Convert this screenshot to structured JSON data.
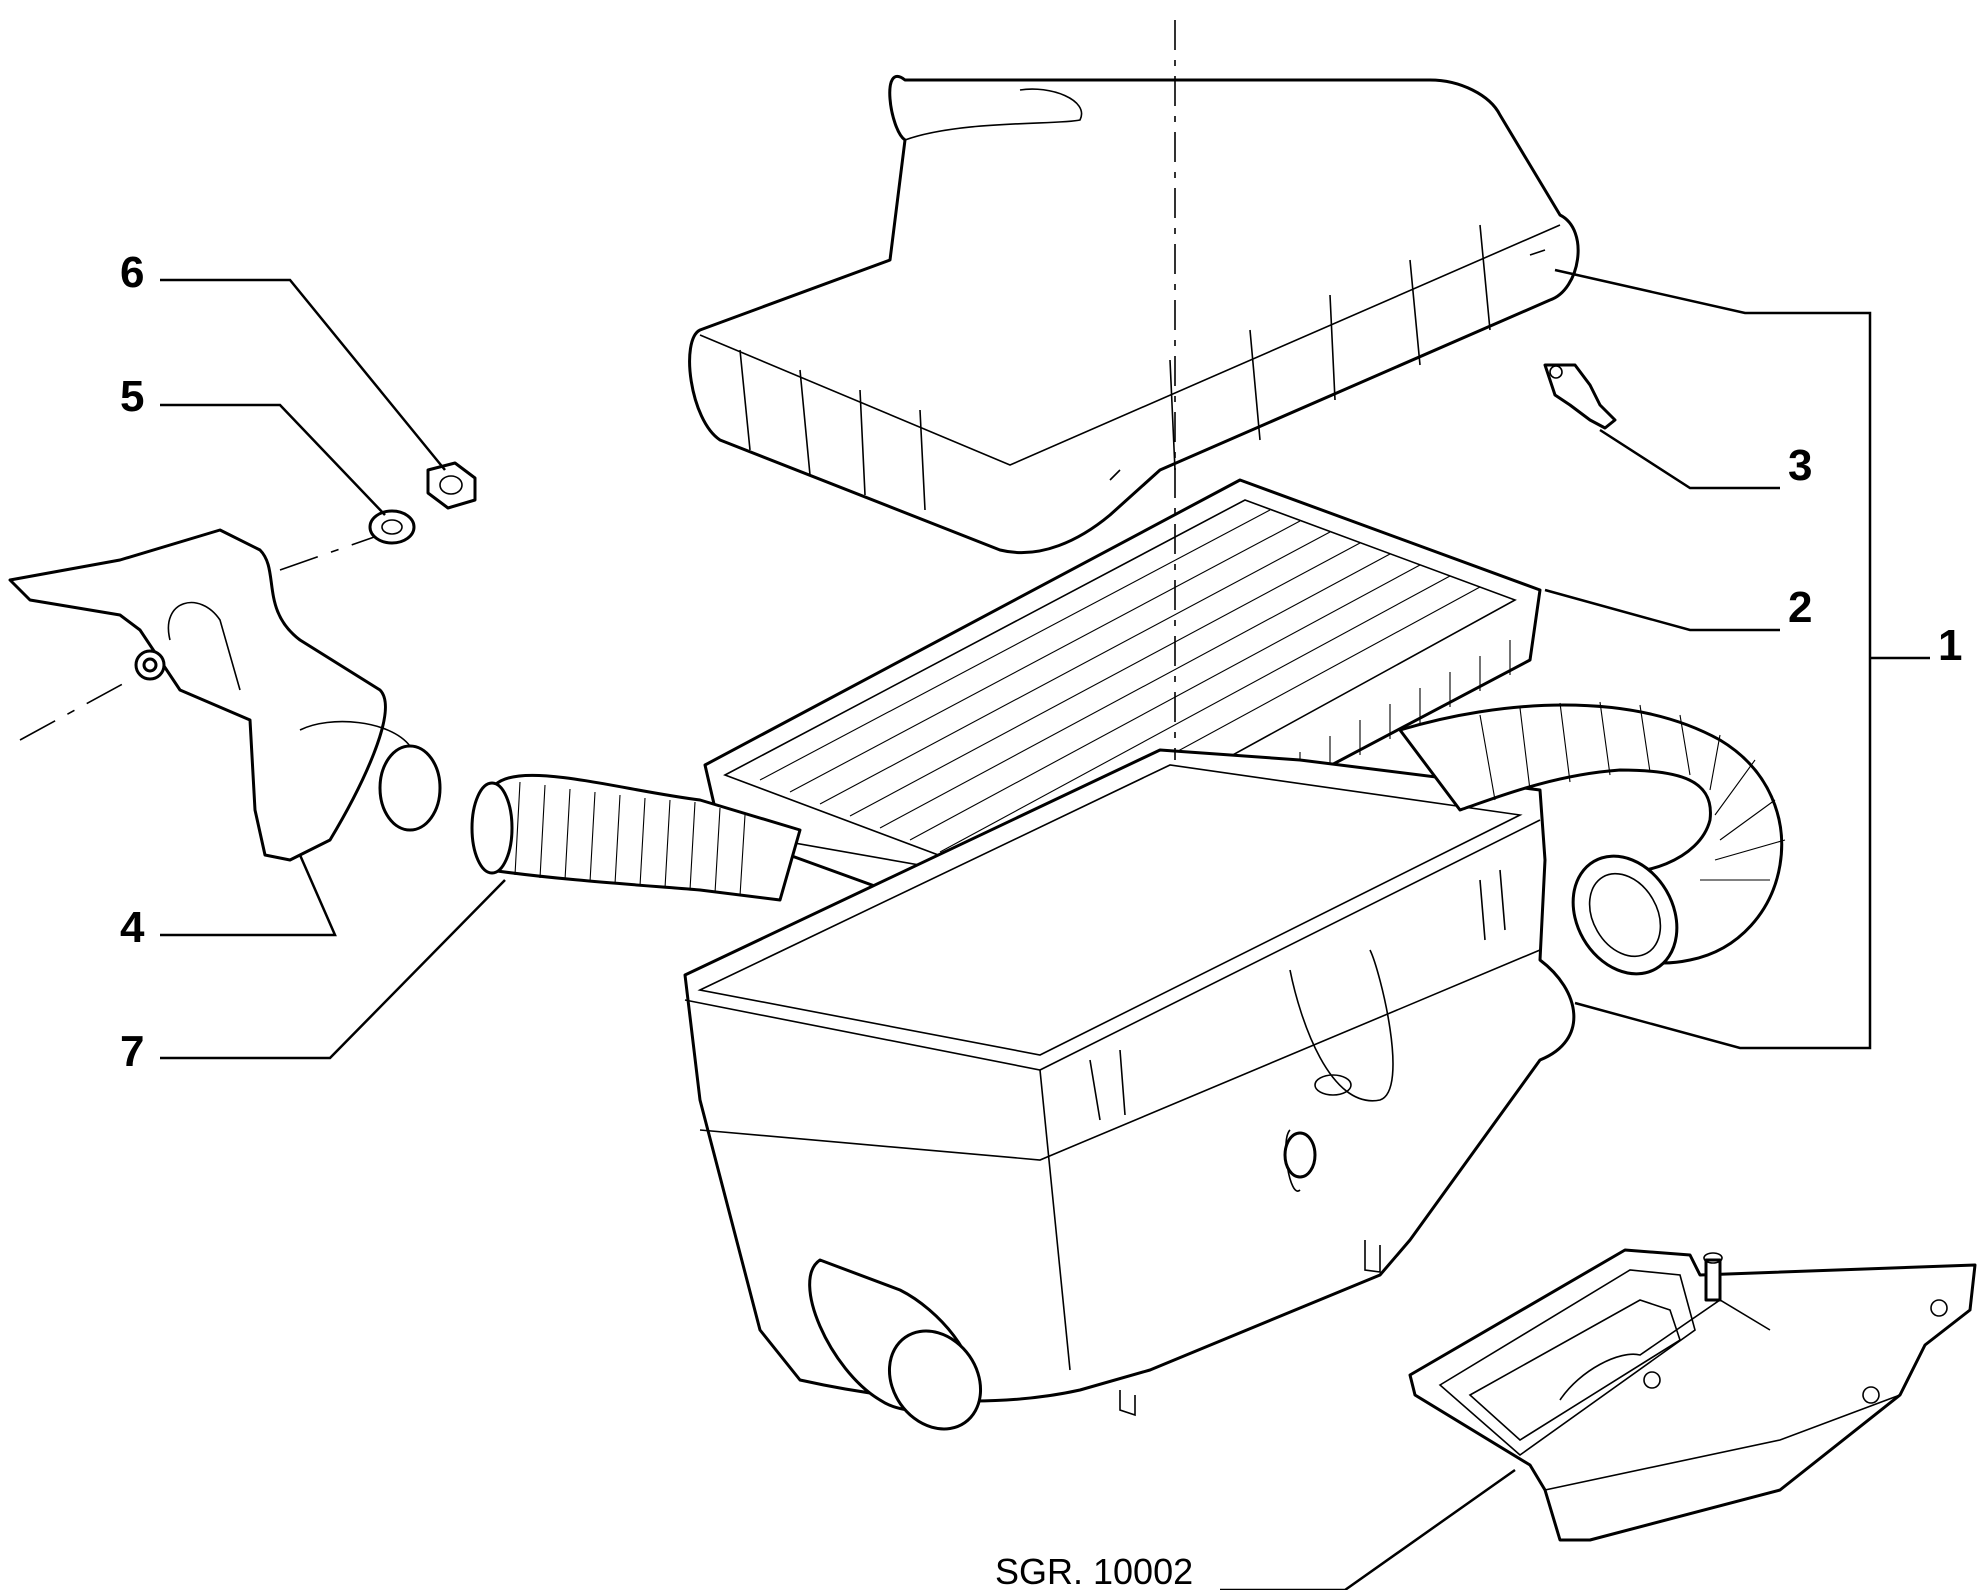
{
  "diagram": {
    "callouts": [
      {
        "id": "1",
        "text": "1"
      },
      {
        "id": "2",
        "text": "2"
      },
      {
        "id": "3",
        "text": "3"
      },
      {
        "id": "4",
        "text": "4"
      },
      {
        "id": "5",
        "text": "5"
      },
      {
        "id": "6",
        "text": "6"
      },
      {
        "id": "7",
        "text": "7"
      }
    ],
    "reference_code": "SGR. 10002"
  }
}
